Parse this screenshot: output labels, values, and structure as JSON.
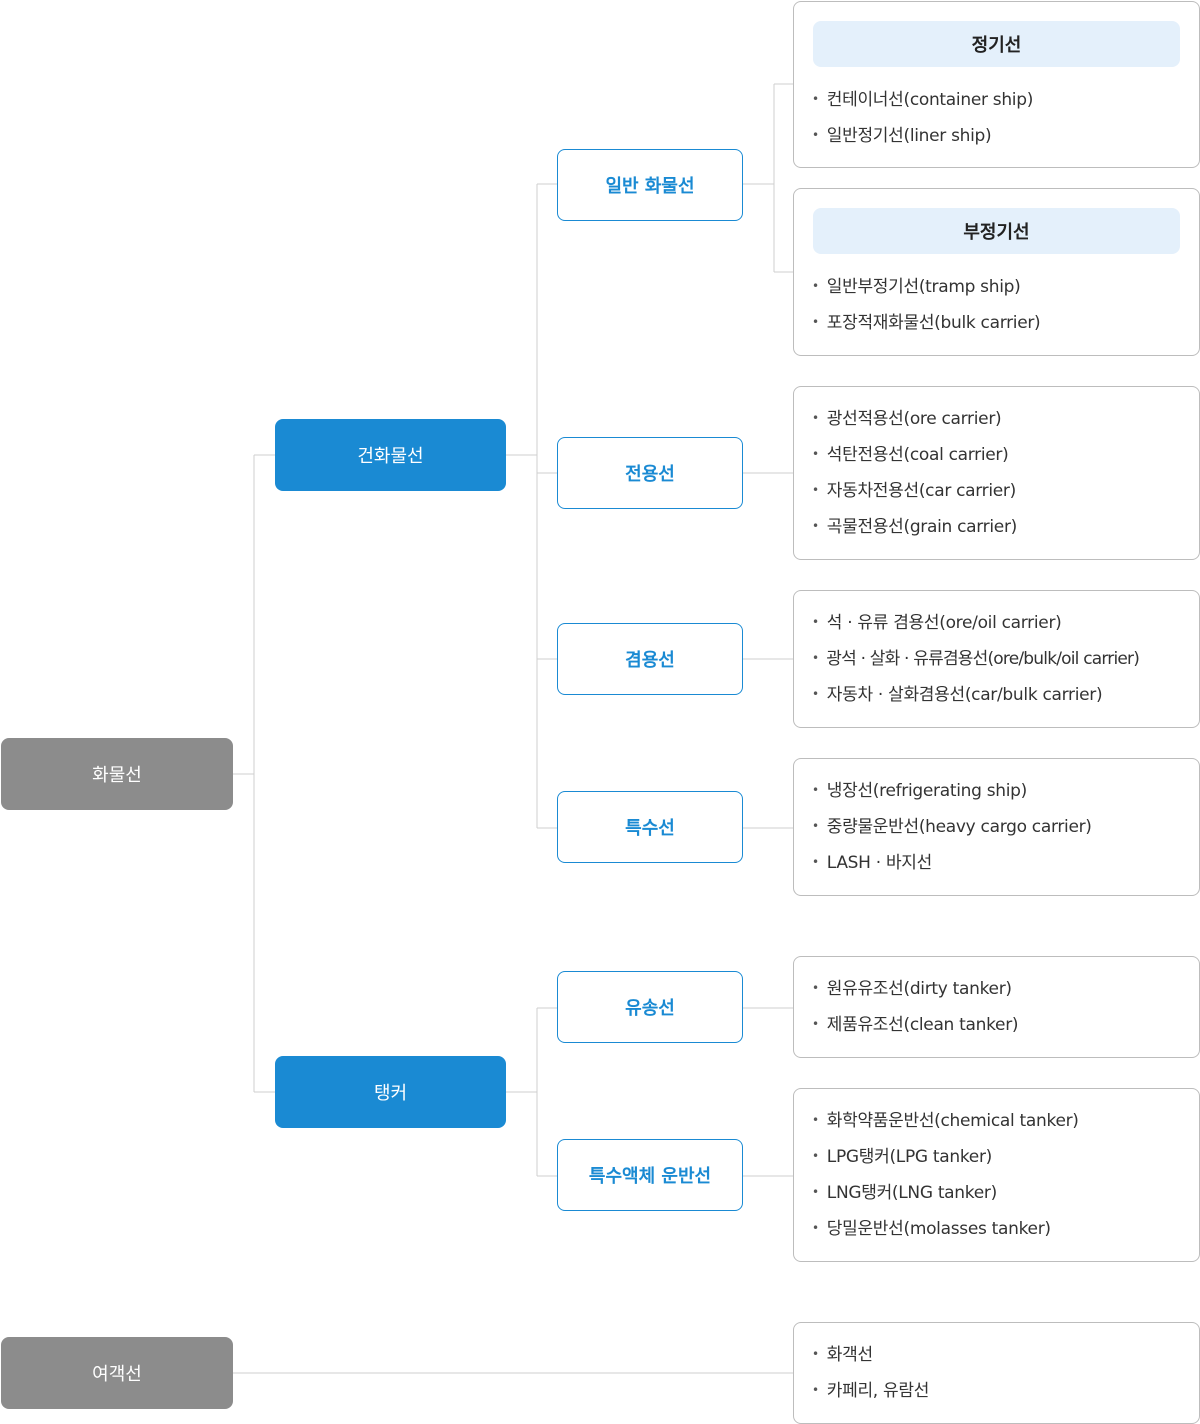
{
  "diagram": {
    "root_cargo": "화물선",
    "root_passenger": "여객선",
    "dry_cargo": "건화물선",
    "tanker": "탱커",
    "general_cargo": "일반 화물선",
    "dedicated": "전용선",
    "combined": "겸용선",
    "special": "특수선",
    "oil": "유송선",
    "special_liquid": "특수액체 운반선"
  },
  "panels": {
    "liner": {
      "heading": "정기선",
      "items": [
        "컨테이너선(container ship)",
        "일반정기선(liner ship)"
      ]
    },
    "tramp": {
      "heading": "부정기선",
      "items": [
        "일반부정기선(tramp ship)",
        "포장적재화물선(bulk carrier)"
      ]
    },
    "dedicated": {
      "items": [
        "광선적용선(ore carrier)",
        "석탄전용선(coal carrier)",
        "자동차전용선(car carrier)",
        "곡물전용선(grain carrier)"
      ]
    },
    "combined": {
      "items": [
        "석 · 유류 겸용선(ore/oil carrier)",
        "광석 · 살화 · 유류겸용선(ore/bulk/oil carrier)",
        "자동차 · 살화겸용선(car/bulk carrier)"
      ]
    },
    "special": {
      "items": [
        "냉장선(refrigerating ship)",
        "중량물운반선(heavy cargo carrier)",
        "LASH · 바지선"
      ]
    },
    "oil": {
      "items": [
        "원유유조선(dirty tanker)",
        "제품유조선(clean tanker)"
      ]
    },
    "special_liquid": {
      "items": [
        "화학약품운반선(chemical tanker)",
        "LPG탱커(LPG tanker)",
        "LNG탱커(LNG tanker)",
        "당밀운반선(molasses tanker)"
      ]
    },
    "passenger": {
      "items": [
        "화객선",
        "카페리, 유람선"
      ]
    }
  },
  "colors": {
    "root_node": "#8c8c8c",
    "category_node": "#1a8ad3",
    "accent_text": "#1a8ad3",
    "heading_fill": "#e4f0fb",
    "connector": "#cfcfcf",
    "panel_border": "#bdbdbd"
  }
}
